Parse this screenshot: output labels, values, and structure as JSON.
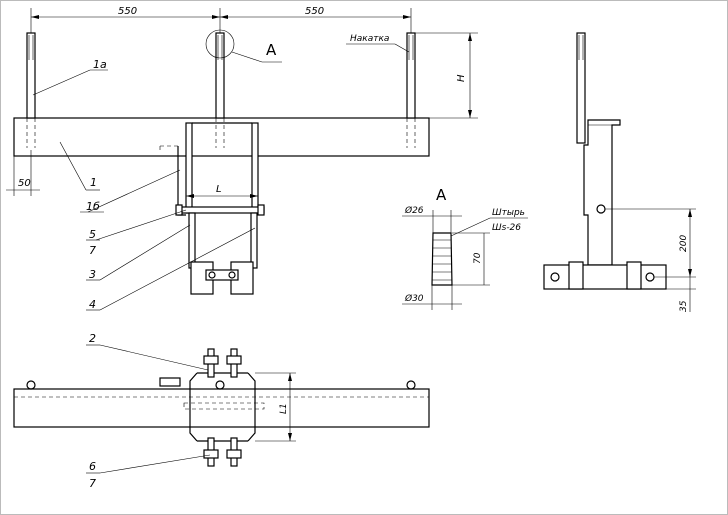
{
  "dimensions": {
    "span_left": "550",
    "span_right": "550",
    "offset": "50",
    "height_h": "H",
    "length_l": "L",
    "length_l1": "L1",
    "dia_top": "Ø26",
    "dia_bottom": "Ø30",
    "pin_height": "70",
    "side_200": "200",
    "side_35": "35"
  },
  "labels": {
    "detail_a_marker": "A",
    "detail_a_title": "A",
    "knurl": "Накатка",
    "pin": "Штырь",
    "pin_code": "Шs-26"
  },
  "callouts": {
    "c1": "1",
    "c1a": "1а",
    "c1b": "1б",
    "c2": "2",
    "c3": "3",
    "c4": "4",
    "c5": "5",
    "c6": "6",
    "c7a": "7",
    "c7b": "7"
  }
}
